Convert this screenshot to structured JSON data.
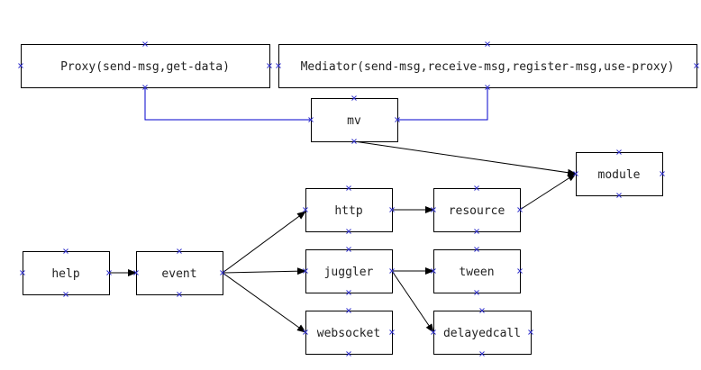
{
  "nodes": {
    "proxy": "Proxy(send-msg,get-data)",
    "mediator": "Mediator(send-msg,receive-msg,register-msg,use-proxy)",
    "mv": "mv",
    "module": "module",
    "http": "http",
    "resource": "resource",
    "help": "help",
    "event": "event",
    "juggler": "juggler",
    "tween": "tween",
    "websocket": "websocket",
    "delayedcall": "delayedcall"
  },
  "colors": {
    "border": "#000000",
    "arrow": "#000000",
    "connector": "#0000cc",
    "port_marker": "#3333cc"
  },
  "edges": [
    {
      "from": "mv",
      "to": "proxy",
      "style": "connector"
    },
    {
      "from": "mv",
      "to": "mediator",
      "style": "connector"
    },
    {
      "from": "mv",
      "to": "module",
      "style": "arrow"
    },
    {
      "from": "help",
      "to": "event",
      "style": "arrow"
    },
    {
      "from": "event",
      "to": "http",
      "style": "arrow"
    },
    {
      "from": "event",
      "to": "juggler",
      "style": "arrow"
    },
    {
      "from": "event",
      "to": "websocket",
      "style": "arrow"
    },
    {
      "from": "http",
      "to": "resource",
      "style": "arrow"
    },
    {
      "from": "resource",
      "to": "module",
      "style": "arrow"
    },
    {
      "from": "juggler",
      "to": "tween",
      "style": "arrow"
    },
    {
      "from": "juggler",
      "to": "delayedcall",
      "style": "arrow"
    }
  ]
}
